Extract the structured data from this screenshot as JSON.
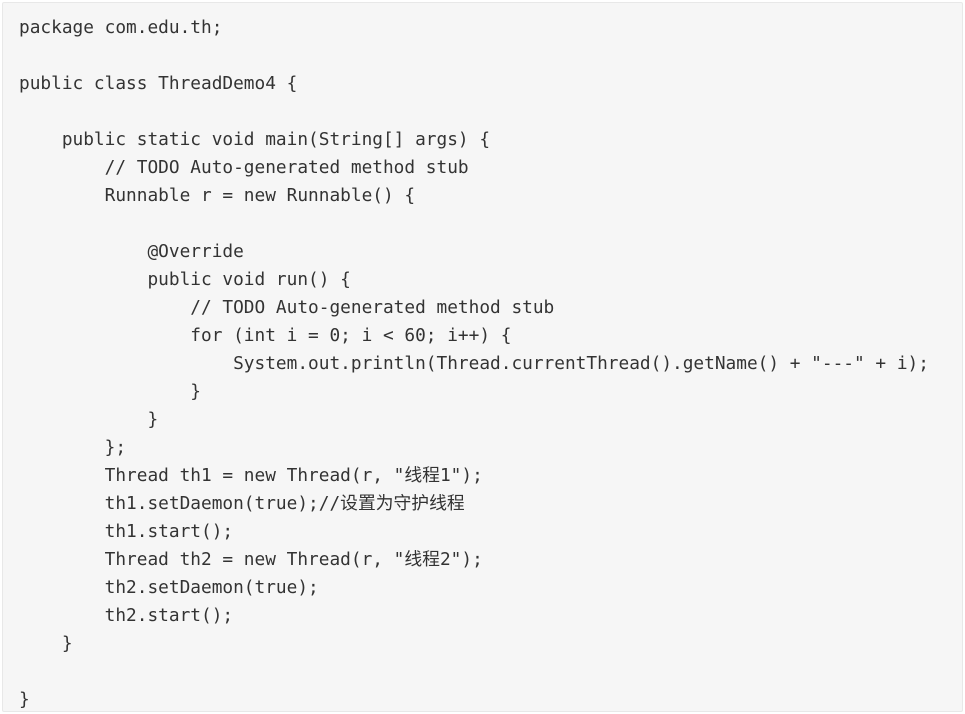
{
  "code": {
    "language": "java",
    "lines": [
      "package com.edu.th;",
      "",
      "public class ThreadDemo4 {",
      "",
      "    public static void main(String[] args) {",
      "        // TODO Auto-generated method stub",
      "        Runnable r = new Runnable() {",
      "",
      "            @Override",
      "            public void run() {",
      "                // TODO Auto-generated method stub",
      "                for (int i = 0; i < 60; i++) {",
      "                    System.out.println(Thread.currentThread().getName() + \"---\" + i);",
      "                }",
      "            }",
      "        };",
      "        Thread th1 = new Thread(r, \"线程1\");",
      "        th1.setDaemon(true);//设置为守护线程",
      "        th1.start();",
      "        Thread th2 = new Thread(r, \"线程2\");",
      "        th2.setDaemon(true);",
      "        th2.start();",
      "    }",
      "",
      "}"
    ]
  }
}
